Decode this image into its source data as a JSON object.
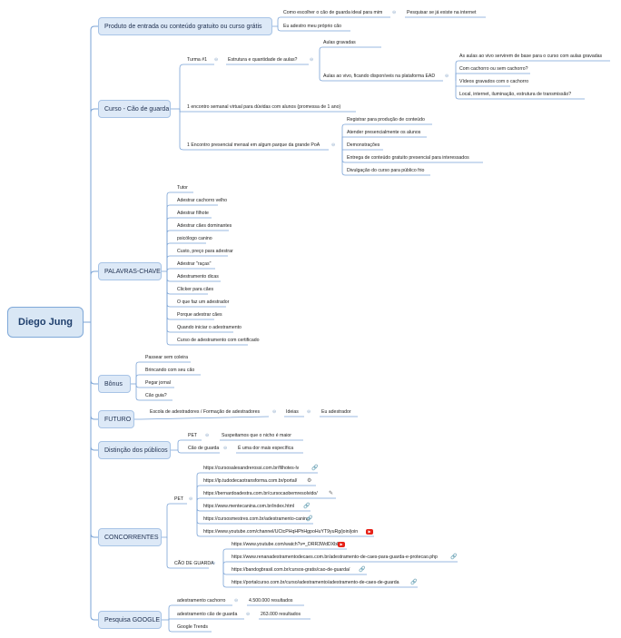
{
  "root": {
    "label": "Diego Jung"
  },
  "branches": {
    "produto": {
      "label": "Produto de entrada ou conteúdo gratuito ou curso grátis",
      "c1": "Como escolher o cão de guarda ideal para mim",
      "c1a": "Pesquisar se já existe na internet",
      "c2": "Eu adestro meu próprio cão"
    },
    "curso": {
      "label": "Curso - Cão de guarda",
      "turma": "Turma #1",
      "estrutura": "Estrutura e quantidade de aulas?",
      "gravadas": "Aulas gravadas",
      "aovivo": "Aulas ao vivo, ficando disponíveis na plataforma EAD",
      "av": [
        "As aulas ao vivo servirem de base para o curso com aulas gravadas",
        "Com cachorro ou sem cachorro?",
        "Vídeos gravados com o cachorro",
        "Local, internet, iluminação, estrutura de transmissão?"
      ],
      "semanal": "1 encontro semanal virtual para dúvidas com alunos (promessa de 1 ano)",
      "presencial": "1 Encontro presencial mensal em algum parque da grande PoA",
      "pr": [
        "Registrar para produção de conteúdo",
        "Atender presencialmente os alunos",
        "Demonstrações",
        "Entrega de conteúdo gratuito presencial para interessados",
        "Divulgação do curso para público frio"
      ]
    },
    "palavras": {
      "label": "PALAVRAS-CHAVE",
      "items": [
        "Tutor",
        "Adestrar cachorro velho",
        "Adestrar filhote",
        "Adestrar cães dominantes",
        "psicólogo canino",
        "Custo, preço para adestrar",
        "Adestrar \"raças\"",
        "Adestramento dicas",
        "Clicker para cães",
        "O que faz um adestrador",
        "Porque adestrar cães",
        "Quando iniciar o adestramento",
        "Curso de adestramento com certificado"
      ]
    },
    "bonus": {
      "label": "Bônus",
      "items": [
        "Passear sem coleira",
        "Brincando com seu cão",
        "Pegar jornal",
        "Cão guia?"
      ]
    },
    "futuro": {
      "label": "FUTURO",
      "c1": "Escola de adestradores / Formação de adestradores",
      "c2": "Ideias",
      "c3": "Eu adestrador"
    },
    "distincao": {
      "label": "Distinção dos públicos",
      "pet": "PET",
      "pet1": "Suspeitamos que o nicho é maior",
      "cao": "Cão de guarda",
      "cao1": "É uma dor mais específica"
    },
    "concorrentes": {
      "label": "CONCORRENTES",
      "pet": "PET",
      "pet_links": [
        "https://cursosalexandrerossi.com.br/filhotes-lv",
        "https://lp.tudodecaotransforma.com.br/portal/",
        "https://bernardoadestra.com.br/cursocaobemresolvido/",
        "https://www.mentecanina.com.br/index.html",
        "https://cursosmestres.com.br/adestramento-canino",
        "https://www.youtube.com/channel/UCtcPHqHPhHgpoHuYT9yuRg/join/join"
      ],
      "cao": "CÃO DE GUARDA",
      "cao_links": [
        "https://www.youtube.com/watch?v=_DRR3WdDXb8",
        "https://www.renanadestramentodecaes.com.br/adestramento-de-caes-para-guarda-e-protecao.php",
        "https://bandogbrasil.com.br/cursos-gratis/cao-de-guarda/",
        "https://portalcurso.com.br/curso/adestramento/adestramento-de-caes-de-guarda"
      ]
    },
    "pesquisa": {
      "label": "Pesquisa GOOGLE",
      "k1": "adestramento cachorro",
      "k1v": "4.500.000 resultados",
      "k2": "adestramento cão de guarda",
      "k2v": "263.000 resultados",
      "k3": "Google Trends"
    }
  },
  "colors": {
    "line": "#7aa3d6",
    "main_fill": "#dde9f7",
    "root_fill": "#d9e7f5"
  },
  "icons": {
    "link": "chain-link-icon",
    "youtube": "youtube-play-icon",
    "collapse": "collapse-circle-icon"
  }
}
